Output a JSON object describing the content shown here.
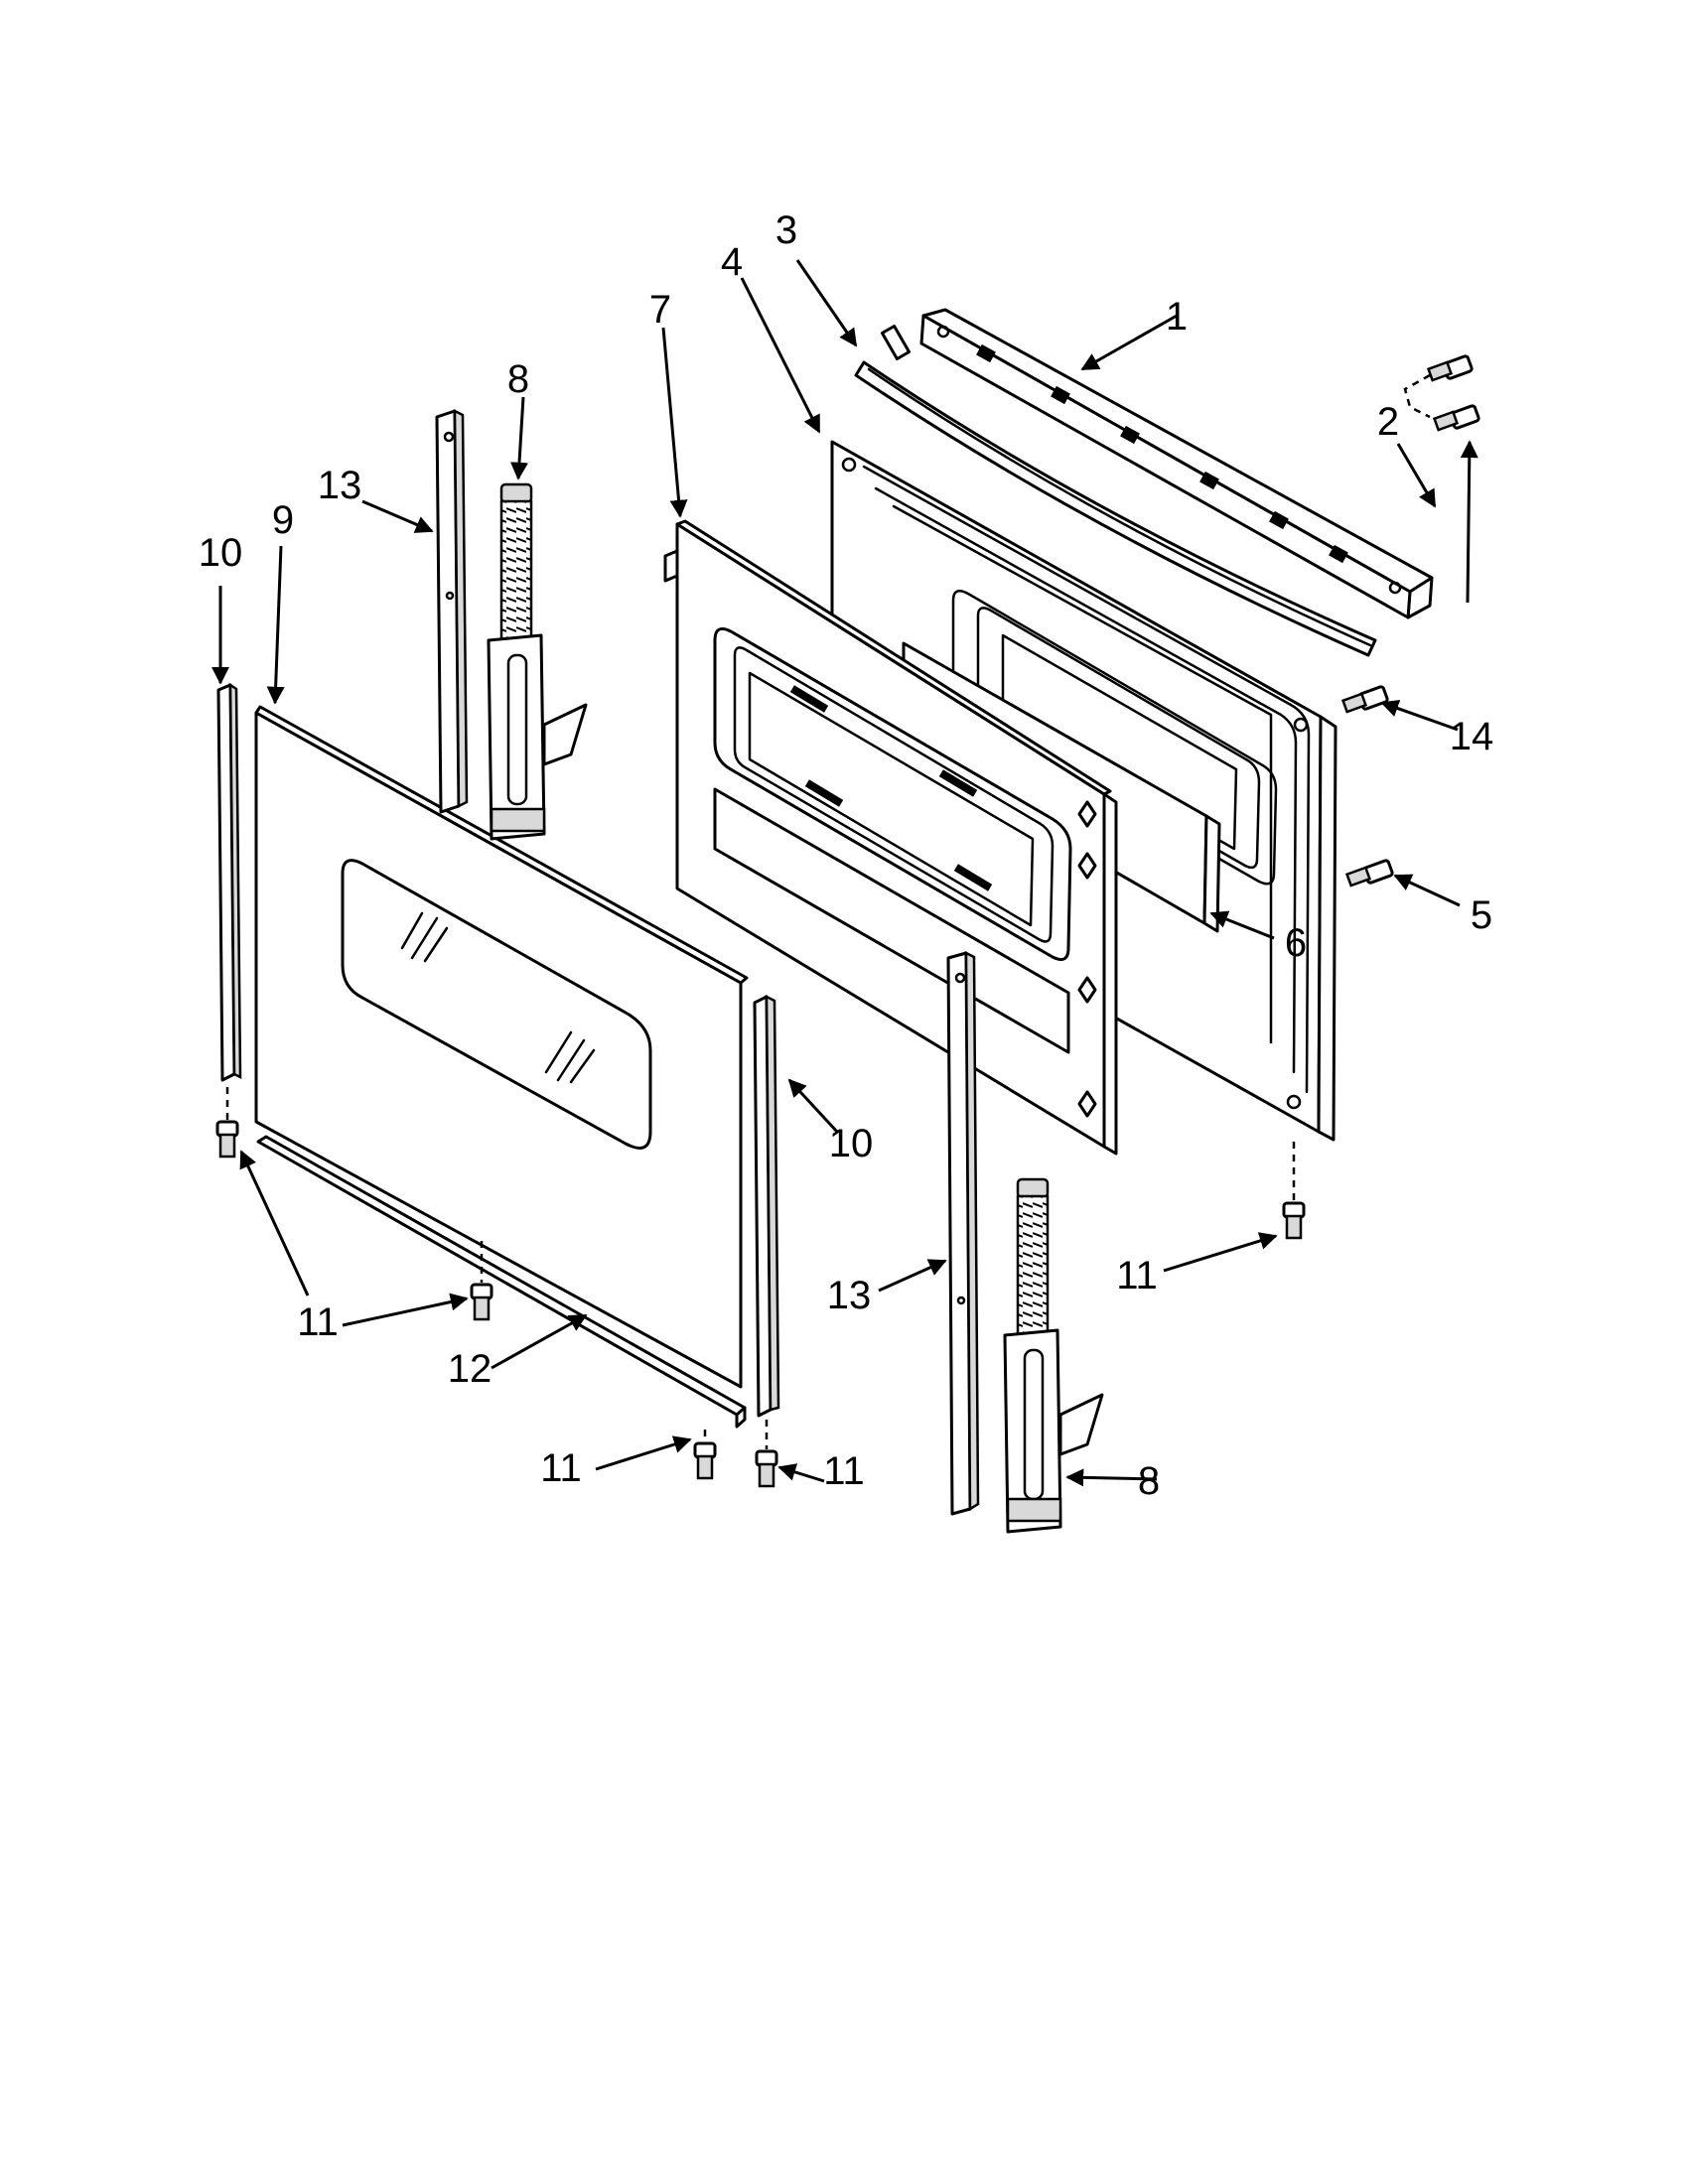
{
  "callouts": [
    {
      "id": "c1",
      "text": "1"
    },
    {
      "id": "c2",
      "text": "2"
    },
    {
      "id": "c3",
      "text": "3"
    },
    {
      "id": "c4",
      "text": "4"
    },
    {
      "id": "c5",
      "text": "5"
    },
    {
      "id": "c6",
      "text": "6"
    },
    {
      "id": "c7",
      "text": "7"
    },
    {
      "id": "c8a",
      "text": "8"
    },
    {
      "id": "c8b",
      "text": "8"
    },
    {
      "id": "c9",
      "text": "9"
    },
    {
      "id": "c10a",
      "text": "10"
    },
    {
      "id": "c10b",
      "text": "10"
    },
    {
      "id": "c11a",
      "text": "11"
    },
    {
      "id": "c11b",
      "text": "11"
    },
    {
      "id": "c11c",
      "text": "11"
    },
    {
      "id": "c11d",
      "text": "11"
    },
    {
      "id": "c11e",
      "text": "11"
    },
    {
      "id": "c12",
      "text": "12"
    },
    {
      "id": "c13a",
      "text": "13"
    },
    {
      "id": "c13b",
      "text": "13"
    },
    {
      "id": "c14",
      "text": "14"
    }
  ]
}
